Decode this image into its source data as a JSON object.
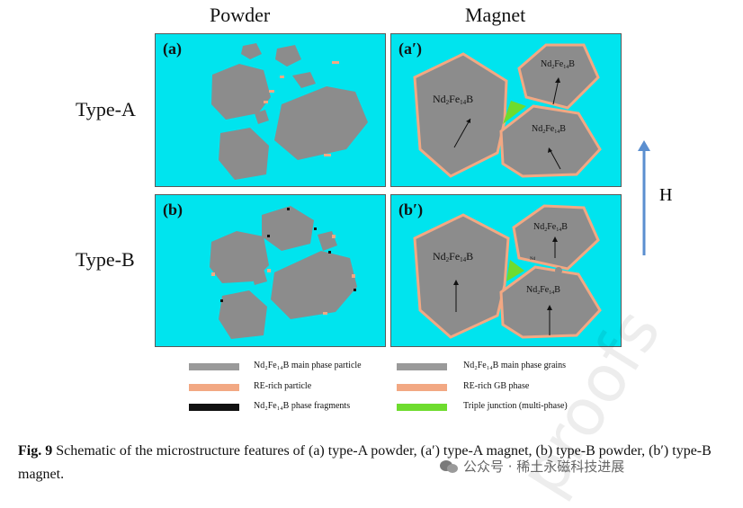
{
  "headers": {
    "powder": "Powder",
    "magnet": "Magnet"
  },
  "rows": {
    "type_a": "Type-A",
    "type_b": "Type-B"
  },
  "panels": {
    "a": "(a)",
    "a_prime": "(a′)",
    "b": "(b)",
    "b_prime": "(b′)"
  },
  "grain_label": {
    "main": "Nd",
    "sub1": "2",
    "mid": "Fe",
    "sub2": "14",
    "end": "B"
  },
  "small_grain_label": "Nd",
  "field": {
    "label": "H"
  },
  "legend": {
    "left": [
      {
        "text": "Nd₂Fe₁₄B main phase particle",
        "color": "#9a9a9a"
      },
      {
        "text": "RE-rich particle",
        "color": "#f2a883"
      },
      {
        "text": "Nd₂Fe₁₄B phase fragments",
        "color": "#111111"
      }
    ],
    "right": [
      {
        "text": "Nd₂Fe₁₄B main phase grains",
        "color": "#9a9a9a"
      },
      {
        "text": "RE-rich GB phase",
        "color": "#f2a883"
      },
      {
        "text": "Triple junction (multi-phase)",
        "color": "#6edc2e"
      }
    ]
  },
  "caption": {
    "fig": "Fig. 9",
    "text": " Schematic of the microstructure features of (a) type-A powder, (a′) type-A magnet, (b) type-B powder, (b′) type-B magnet."
  },
  "watermark": {
    "text": "公众号 · 稀土永磁科技进展",
    "proofs": "proofs"
  },
  "colors": {
    "panel_bg": "#00e4ee",
    "grain": "#8c8c8c",
    "re_rich": "#f2a883",
    "triple": "#6edc2e",
    "arrow_h": "#5b8fd0"
  }
}
